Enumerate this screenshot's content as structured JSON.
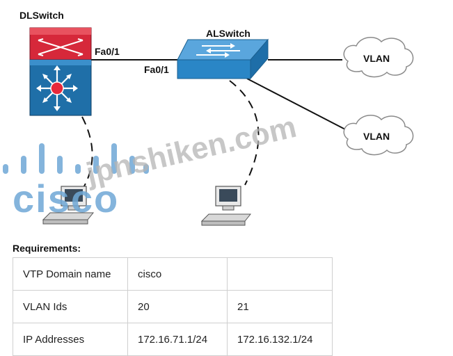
{
  "diagram": {
    "dl_switch_label": "DLSwitch",
    "al_switch_label": "ALSwitch",
    "dl_port_label": "Fa0/1",
    "al_port_label": "Fa0/1",
    "vlan_cloud_1": "VLAN",
    "vlan_cloud_2": "VLAN"
  },
  "watermark": {
    "brand": "cisco",
    "site": "jpnshiken.com"
  },
  "requirements": {
    "title": "Requirements:",
    "rows": [
      {
        "label": "VTP Domain name",
        "v1": "cisco",
        "v2": ""
      },
      {
        "label": "VLAN Ids",
        "v1": "20",
        "v2": "21"
      },
      {
        "label": "IP Addresses",
        "v1": "172.16.71.1/24",
        "v2": "172.16.132.1/24"
      }
    ]
  },
  "colors": {
    "dl_top": "#d6283a",
    "dl_bottom": "#1f6fa8",
    "al_switch": "#2a86c6",
    "watermark_brand": "#6fa8d6"
  }
}
